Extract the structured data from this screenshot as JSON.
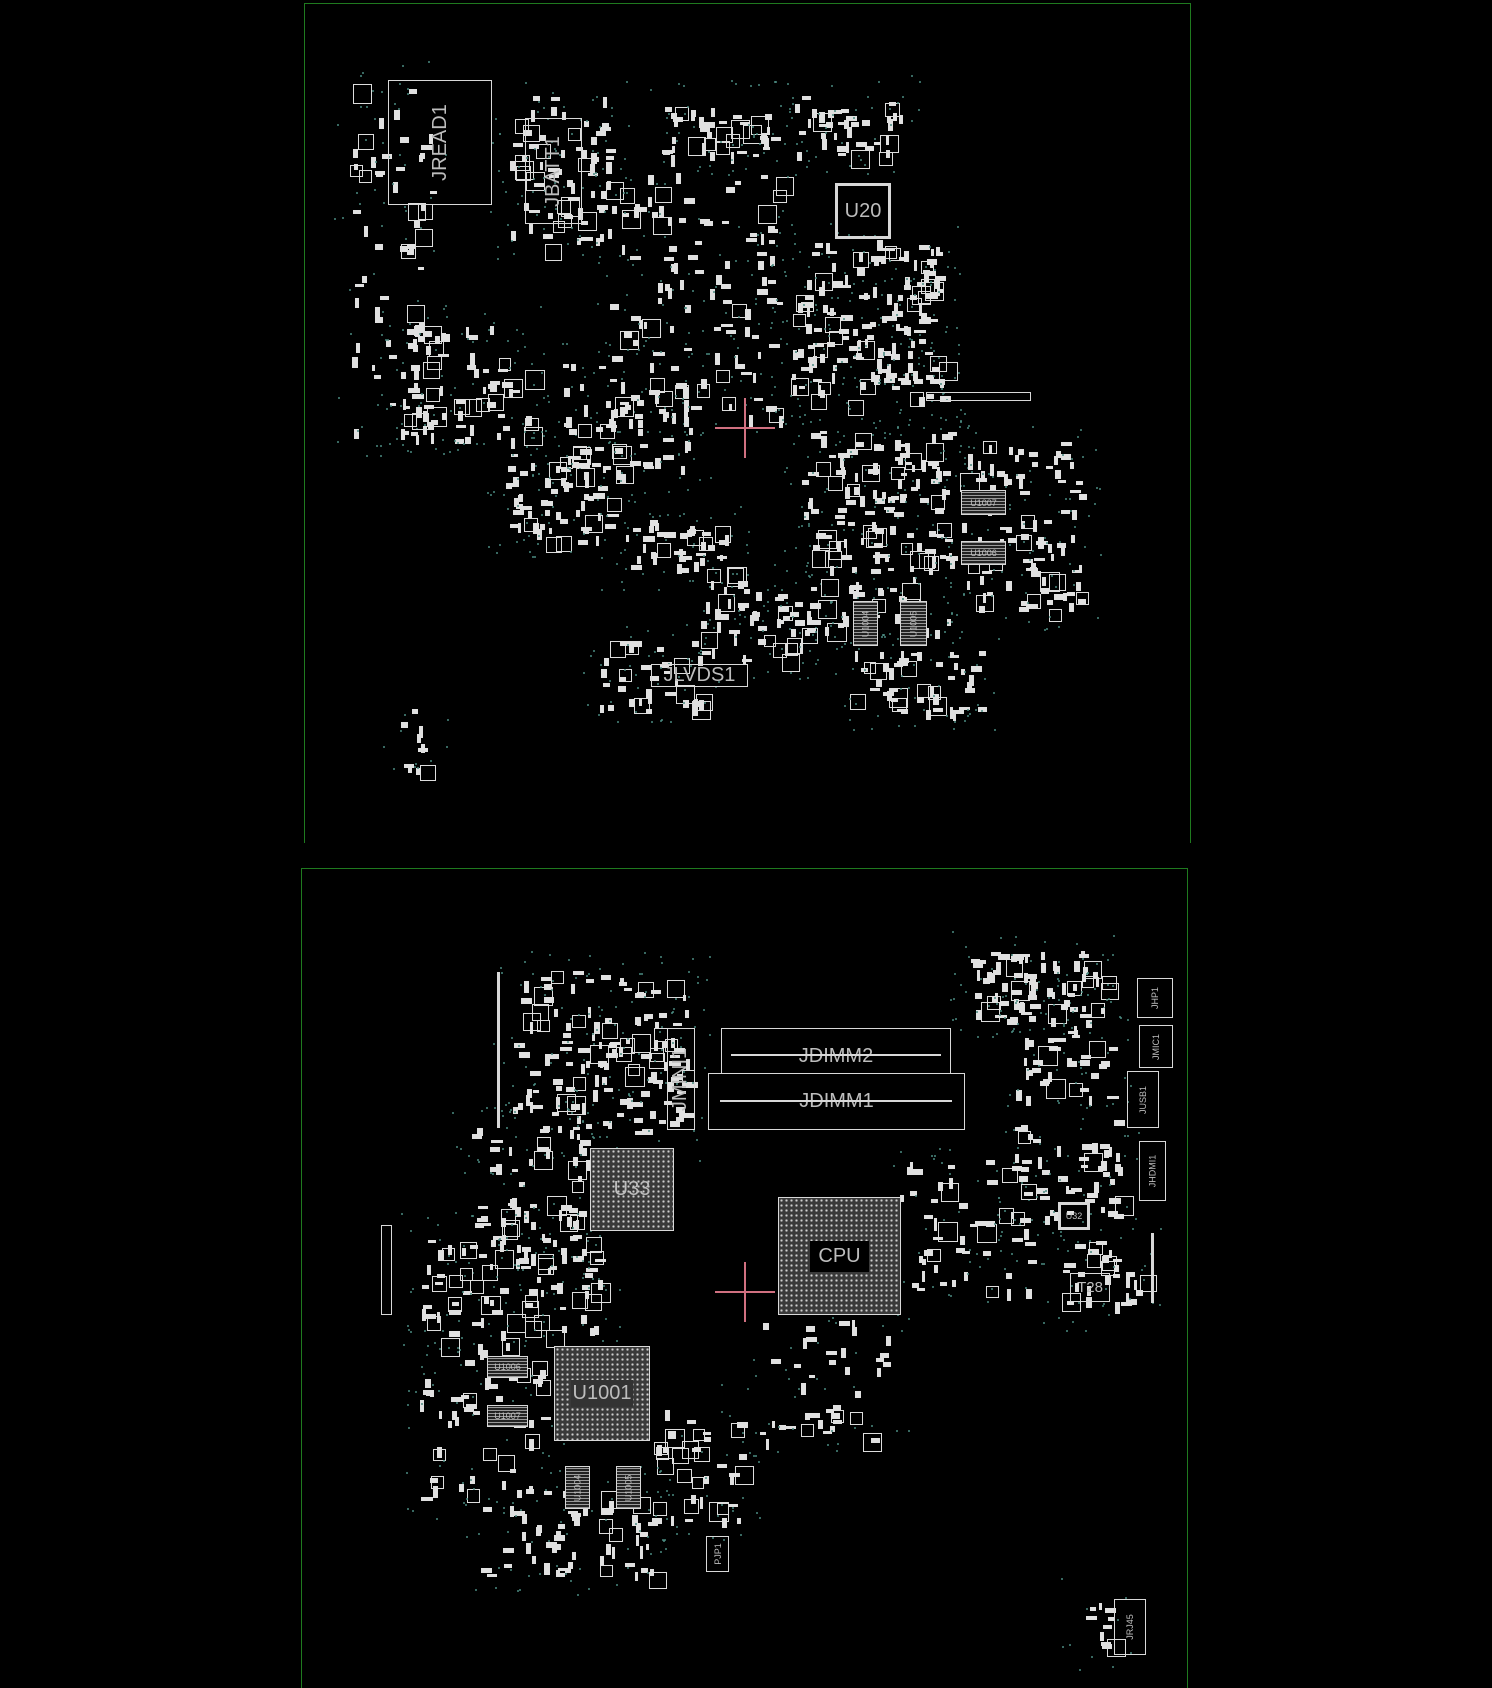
{
  "top_side": {
    "components": {
      "jread1": "JREAD1",
      "jbatt1": "JBATT1",
      "u20": "U20",
      "jlvds1": "JLVDS1",
      "u1007": "U1007",
      "u1006": "U1006",
      "u1004": "U1004",
      "u1005": "U1005"
    }
  },
  "bottom_side": {
    "components": {
      "jdimm2": "JDIMM2",
      "jdimm1": "JDIMM1",
      "jmini1": "JMINI1",
      "u33": "U33",
      "cpu": "CPU",
      "u1001": "U1001",
      "t28": "T28",
      "u32": "U32",
      "jhp1": "JHP1",
      "jmic1": "JMIC1",
      "jusb1": "JUSB1",
      "jhdmi1": "JHDMI1",
      "jrj45": "JRJ45",
      "pjp1": "PJP1",
      "u1006": "U1006",
      "u1007": "U1007",
      "u1004": "U1004",
      "u1005": "U1005"
    }
  },
  "colors": {
    "background": "#000000",
    "board_outline": "#1f7a1f",
    "silkscreen": "#d8d8d8",
    "cursor": "#d07080"
  }
}
